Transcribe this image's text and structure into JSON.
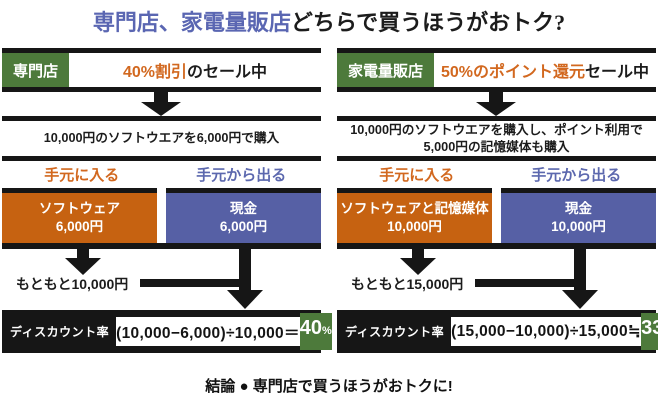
{
  "title": {
    "highlight": "専門店、家電量販店",
    "rest": "どちらで買うほうがおトク?"
  },
  "conclusion": "結論 ● 専門店で買うほうがおトクに!",
  "colors": {
    "green": "#4d7a3b",
    "orange": "#c66211",
    "blue": "#5660a5",
    "title_blue": "#5a66b2",
    "orange_text": "#d2681f",
    "blue_text": "#5c68ae",
    "bar_black": "#161616"
  },
  "columns": [
    {
      "store_label": "専門店",
      "sale_highlight": "40%割引",
      "sale_rest": "のセール中",
      "purchase_line1": "10,000円のソフトウエアを6,000円で購入",
      "purchase_line2": "",
      "in_label": "手元に入る",
      "out_label": "手元から出る",
      "in_box_name": "ソフトウェア",
      "in_box_amount": "6,000円",
      "out_box_name": "現金",
      "out_box_amount": "6,000円",
      "original_label": "もともと10,000円",
      "discount_label": "ディスカウント率",
      "formula": "(10,000−6,000)÷10,000＝",
      "rate_value": "40",
      "rate_unit": "%"
    },
    {
      "store_label": "家電量販店",
      "sale_highlight": "50%のポイント還元",
      "sale_rest": "セール中",
      "purchase_line1": "10,000円のソフトウエアを購入し、ポイント利用で",
      "purchase_line2": "5,000円の記憶媒体も購入",
      "in_label": "手元に入る",
      "out_label": "手元から出る",
      "in_box_name": "ソフトウェアと記憶媒体",
      "in_box_amount": "10,000円",
      "out_box_name": "現金",
      "out_box_amount": "10,000円",
      "original_label": "もともと15,000円",
      "discount_label": "ディスカウント率",
      "formula": "(15,000−10,000)÷15,000≒",
      "rate_value": "33",
      "rate_unit": "%"
    }
  ]
}
